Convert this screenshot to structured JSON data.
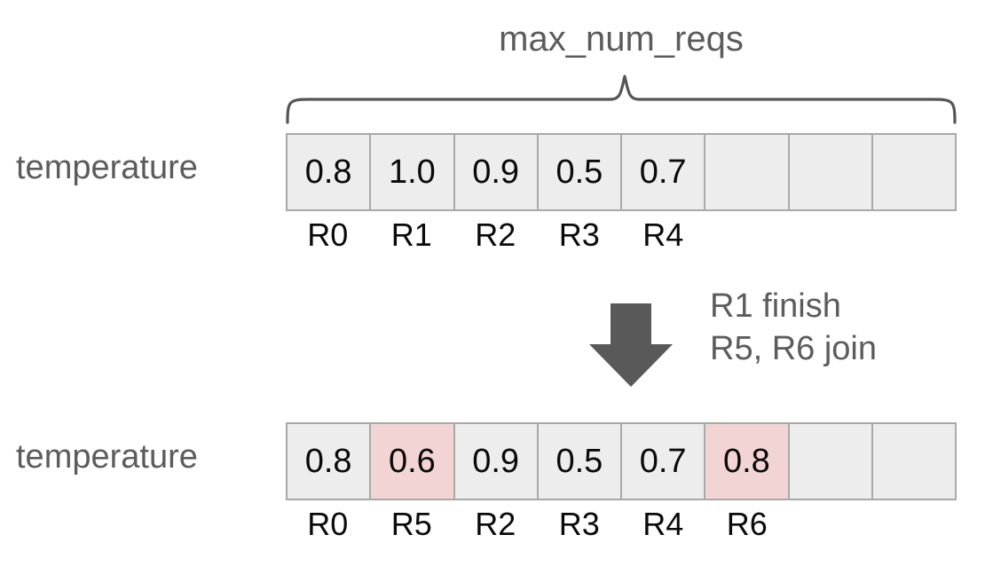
{
  "diagram": {
    "brace_title": "max_num_reqs",
    "arrow_icon": "down-arrow-icon",
    "accent_highlight_color": "#f2d4d4",
    "cell_fill_color": "#ededed",
    "cell_border_color": "#a9a9a9",
    "label_color": "#5c5c5c",
    "value_color": "#0a0a0a",
    "arrow_color": "#595959",
    "transition_note": {
      "line1": "R1 finish",
      "line2": "R5, R6 join"
    },
    "rows": [
      {
        "label": "temperature",
        "num_slots": 8,
        "cells": [
          {
            "value": "0.8",
            "highlighted": false,
            "tick": "R0"
          },
          {
            "value": "1.0",
            "highlighted": false,
            "tick": "R1"
          },
          {
            "value": "0.9",
            "highlighted": false,
            "tick": "R2"
          },
          {
            "value": "0.5",
            "highlighted": false,
            "tick": "R3"
          },
          {
            "value": "0.7",
            "highlighted": false,
            "tick": "R4"
          },
          {
            "value": "",
            "highlighted": false,
            "tick": ""
          },
          {
            "value": "",
            "highlighted": false,
            "tick": ""
          },
          {
            "value": "",
            "highlighted": false,
            "tick": ""
          }
        ]
      },
      {
        "label": "temperature",
        "num_slots": 8,
        "cells": [
          {
            "value": "0.8",
            "highlighted": false,
            "tick": "R0"
          },
          {
            "value": "0.6",
            "highlighted": true,
            "tick": "R5"
          },
          {
            "value": "0.9",
            "highlighted": false,
            "tick": "R2"
          },
          {
            "value": "0.5",
            "highlighted": false,
            "tick": "R3"
          },
          {
            "value": "0.7",
            "highlighted": false,
            "tick": "R4"
          },
          {
            "value": "0.8",
            "highlighted": true,
            "tick": "R6"
          },
          {
            "value": "",
            "highlighted": false,
            "tick": ""
          },
          {
            "value": "",
            "highlighted": false,
            "tick": ""
          }
        ]
      }
    ]
  }
}
